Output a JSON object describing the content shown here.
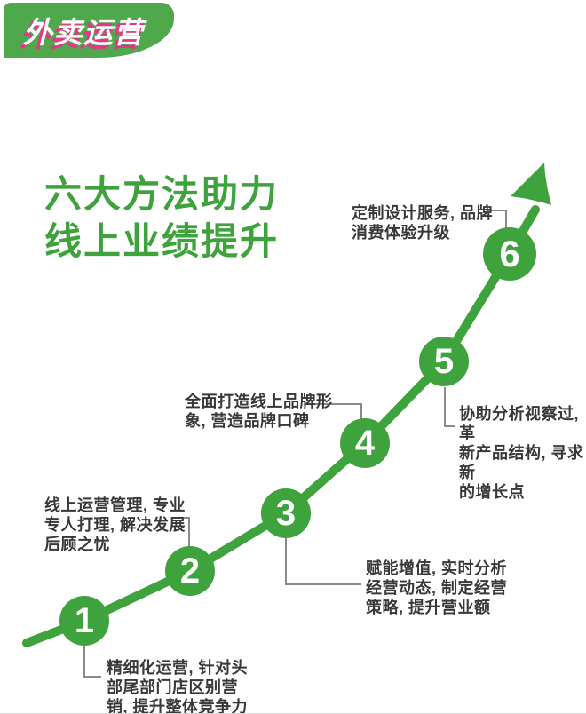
{
  "badge": {
    "label": "外卖运营"
  },
  "title": {
    "line1": "六大方法助力",
    "line2": "线上业绩提升"
  },
  "steps": [
    {
      "number": "1",
      "text": "精细化运营, 针对头\n部尾部门店区别营\n销, 提升整体竞争力"
    },
    {
      "number": "2",
      "text": "线上运营管理, 专业\n专人打理, 解决发展\n后顾之忧"
    },
    {
      "number": "3",
      "text": "赋能增值, 实时分析\n经营动态, 制定经营\n策略, 提升营业额"
    },
    {
      "number": "4",
      "text": "全面打造线上品牌形\n象, 营造品牌口碑"
    },
    {
      "number": "5",
      "text": "协助分析视察过, 革\n新产品结构, 寻求新\n的增长点"
    },
    {
      "number": "6",
      "text": "定制设计服务, 品牌\n消费体验升级"
    }
  ],
  "icons": {
    "arrow": "growth-arrow-icon"
  },
  "colors": {
    "brand_green": "#3ea33c",
    "badge_green": "#4fa84c",
    "accent_magenta": "#e9338b",
    "text_dark": "#383838",
    "connector_gray": "#8a8a8a"
  }
}
